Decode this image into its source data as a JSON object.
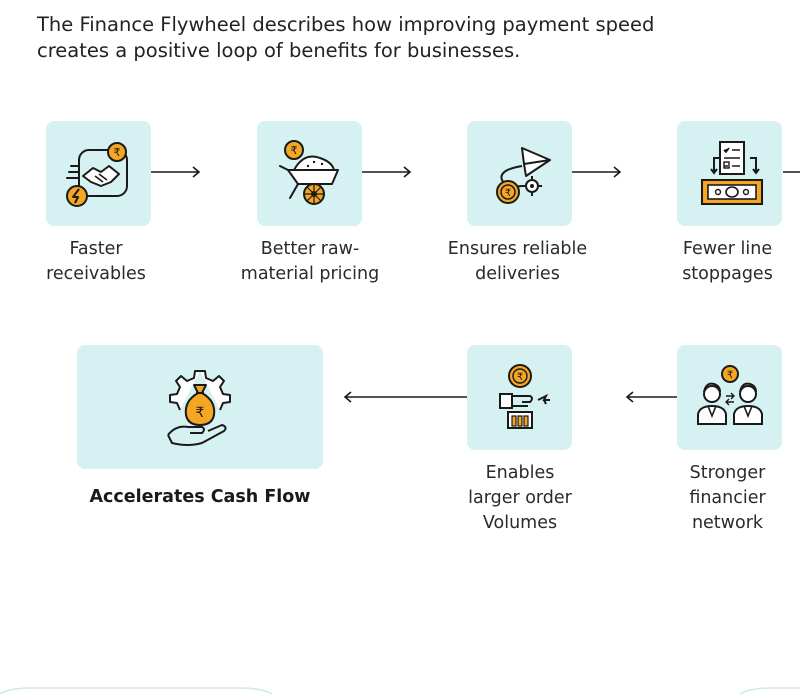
{
  "intro": {
    "line1": "The Finance Flywheel describes how improving payment speed",
    "line2": "creates a positive loop of benefits for businesses."
  },
  "steps": [
    {
      "icon": "handshake-rupee-icon",
      "line1": "Faster",
      "line2": "receivables",
      "line3": ""
    },
    {
      "icon": "wheelbarrow-rupee-icon",
      "line1": "Better raw-",
      "line2": "material pricing",
      "line3": ""
    },
    {
      "icon": "paper-plane-delivery-icon",
      "line1": "Ensures reliable",
      "line2": "deliveries",
      "line3": ""
    },
    {
      "icon": "checklist-cash-icon",
      "line1": "Fewer line",
      "line2": "stoppages",
      "line3": ""
    },
    {
      "icon": "financier-network-icon",
      "line1": "Stronger",
      "line2": "financier",
      "line3": "network"
    },
    {
      "icon": "order-volume-icon",
      "line1": "Enables",
      "line2": "larger order",
      "line3": "Volumes"
    },
    {
      "icon": "gear-money-bag-icon",
      "line1": "Accelerates Cash Flow",
      "line2": "",
      "line3": ""
    }
  ],
  "colors": {
    "tile": "#d6f1f1",
    "accent": "#f5a623",
    "outline": "#1a1a1a"
  }
}
